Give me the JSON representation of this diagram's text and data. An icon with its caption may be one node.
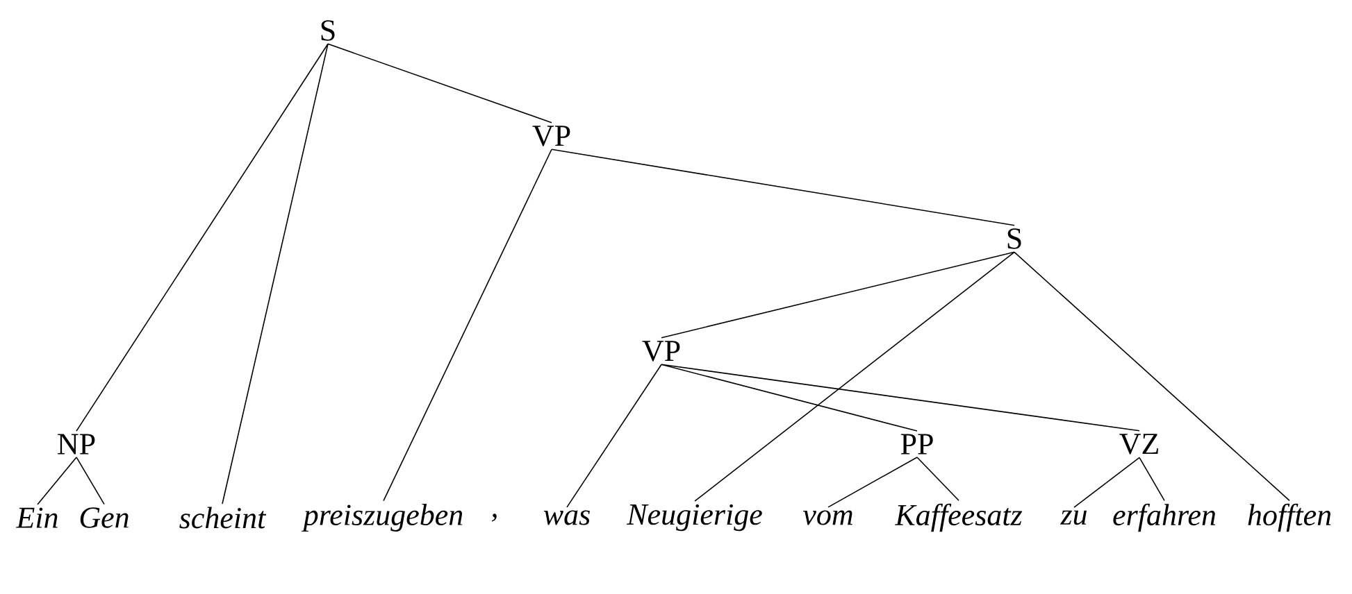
{
  "diagram": {
    "nodes": [
      {
        "text": [
          "S"
        ]
      },
      {
        "text": [
          "VP"
        ]
      },
      {
        "text": [
          "S"
        ]
      },
      {
        "text": [
          "VP"
        ]
      },
      {
        "text": [
          "NP"
        ]
      },
      {
        "text": [
          "PP"
        ]
      },
      {
        "text": [
          "VZ"
        ]
      },
      {
        "text": [
          "Ein"
        ]
      },
      {
        "text": [
          "Gen"
        ]
      },
      {
        "text": [
          "scheint"
        ]
      },
      {
        "text": [
          "preiszugeben"
        ]
      },
      {
        "text": [
          ","
        ]
      },
      {
        "text": [
          "was"
        ]
      },
      {
        "text": [
          "Neugierige"
        ]
      },
      {
        "text": [
          "vom"
        ]
      },
      {
        "text": [
          "Kaffeesatz"
        ]
      },
      {
        "text": [
          "zu"
        ]
      },
      {
        "text": [
          "erfahren"
        ]
      },
      {
        "text": [
          "hofften"
        ]
      }
    ],
    "edges": [
      {
        "from": 0,
        "to": 4,
        "arrow": "none"
      },
      {
        "from": 0,
        "to": 9,
        "arrow": "none"
      },
      {
        "from": 0,
        "to": 1,
        "arrow": "none"
      },
      {
        "from": 1,
        "to": 10,
        "arrow": "none"
      },
      {
        "from": 1,
        "to": 2,
        "arrow": "none"
      },
      {
        "from": 2,
        "to": 3,
        "arrow": "none"
      },
      {
        "from": 2,
        "to": 13,
        "arrow": "none"
      },
      {
        "from": 2,
        "to": 18,
        "arrow": "none"
      },
      {
        "from": 3,
        "to": 12,
        "arrow": "none"
      },
      {
        "from": 3,
        "to": 5,
        "arrow": "none"
      },
      {
        "from": 3,
        "to": 6,
        "arrow": "none"
      },
      {
        "from": 4,
        "to": 7,
        "arrow": "none"
      },
      {
        "from": 4,
        "to": 8,
        "arrow": "none"
      },
      {
        "from": 5,
        "to": 14,
        "arrow": "none"
      },
      {
        "from": 5,
        "to": 15,
        "arrow": "none"
      },
      {
        "from": 6,
        "to": 16,
        "arrow": "none"
      },
      {
        "from": 6,
        "to": 17,
        "arrow": "none"
      }
    ]
  }
}
